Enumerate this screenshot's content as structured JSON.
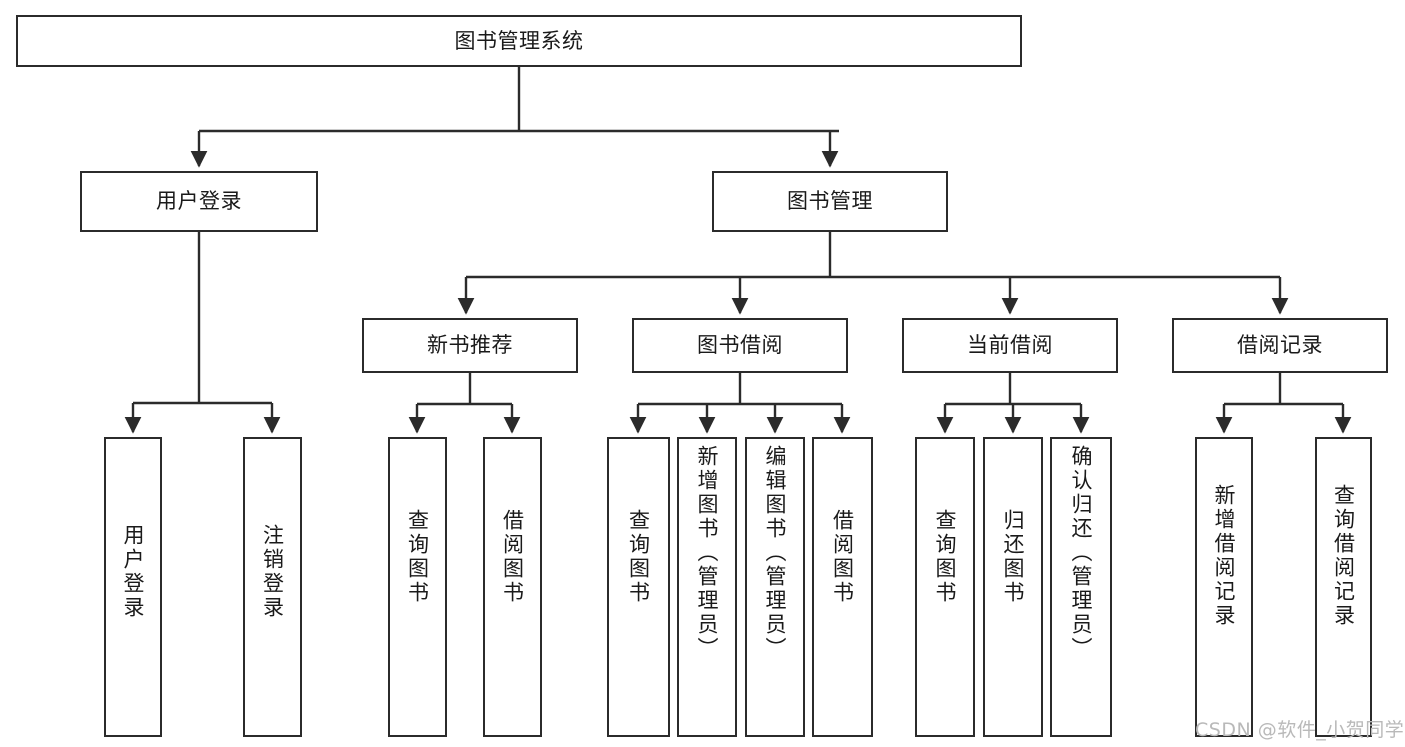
{
  "diagram": {
    "title": "图书管理系统",
    "type": "tree-hierarchy",
    "colors": {
      "box_border": "#2b2b2b",
      "box_fill": "#ffffff",
      "edge": "#2b2b2b",
      "text": "#1a1a1a",
      "watermark": "#b9b9b9",
      "background": "#ffffff"
    },
    "root": {
      "label": "图书管理系统"
    },
    "level2": [
      {
        "label": "用户登录"
      },
      {
        "label": "图书管理"
      }
    ],
    "level3": [
      {
        "label": "新书推荐"
      },
      {
        "label": "图书借阅"
      },
      {
        "label": "当前借阅"
      },
      {
        "label": "借阅记录"
      }
    ],
    "leaves": {
      "user_login": [
        {
          "label": "用户登录"
        },
        {
          "label": "注销登录"
        }
      ],
      "new_book_recommend": [
        {
          "label": "查询图书"
        },
        {
          "label": "借阅图书"
        }
      ],
      "book_borrow": [
        {
          "label": "查询图书"
        },
        {
          "label": "新增图书（管理员）"
        },
        {
          "label": "编辑图书（管理员）"
        },
        {
          "label": "借阅图书"
        }
      ],
      "current_borrow": [
        {
          "label": "查询图书"
        },
        {
          "label": "归还图书"
        },
        {
          "label": "确认归还（管理员）"
        }
      ],
      "borrow_record": [
        {
          "label": "新增借阅记录"
        },
        {
          "label": "查询借阅记录"
        }
      ]
    }
  },
  "watermark": {
    "text": "CSDN @软件_小贺同学"
  }
}
